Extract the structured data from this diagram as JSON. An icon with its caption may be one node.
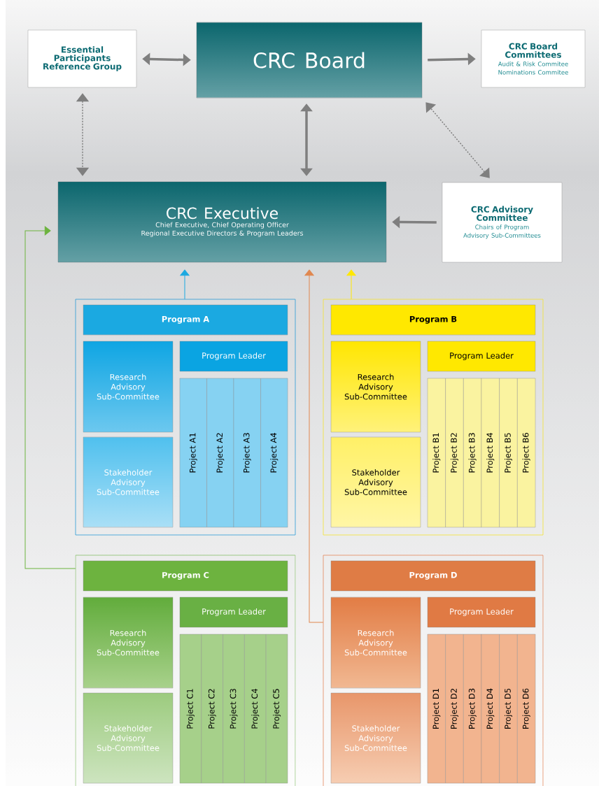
{
  "diagram": {
    "nodes": [
      {
        "text": [
          "Essential Participants Reference Group"
        ]
      },
      {
        "text": [
          "CRC Board"
        ]
      },
      {
        "text": [
          "CRC Board Committees",
          "Audit & Risk Commitee",
          "Nominations Commitee"
        ]
      },
      {
        "text": [
          "CRC Executive",
          "Chief Executive, Chief Operating Officer Regional Executive Directors & Program Leaders"
        ]
      },
      {
        "text": [
          "CRC Advisory Committee",
          "Chairs of Program Advisory Sub-Committees"
        ]
      },
      {
        "text": [],
        "shape": "box"
      },
      {
        "text": [
          "Program A"
        ],
        "in": 5
      },
      {
        "text": [
          "Research Advisory Sub-Committee"
        ],
        "in": 5
      },
      {
        "text": [
          "Stakeholder Advisory Sub-Committee"
        ],
        "in": 5
      },
      {
        "text": [
          "Program Leader"
        ],
        "in": 5
      },
      {
        "text": [
          "Project A1"
        ],
        "in": 5
      },
      {
        "text": [
          "Project A2"
        ],
        "in": 5
      },
      {
        "text": [
          "Project A3"
        ],
        "in": 5
      },
      {
        "text": [
          "Project A4"
        ],
        "in": 5
      },
      {
        "text": [],
        "shape": "box"
      },
      {
        "text": [
          "Program B"
        ],
        "in": 14
      },
      {
        "text": [
          "Research Advisory Sub-Committee"
        ],
        "in": 14
      },
      {
        "text": [
          "Stakeholder Advisory Sub-Committee"
        ],
        "in": 14
      },
      {
        "text": [
          "Program Leader"
        ],
        "in": 14
      },
      {
        "text": [
          "Project B1"
        ],
        "in": 14
      },
      {
        "text": [
          "Project B2"
        ],
        "in": 14
      },
      {
        "text": [
          "Project B3"
        ],
        "in": 14
      },
      {
        "text": [
          "Project B4"
        ],
        "in": 14
      },
      {
        "text": [
          "Project B5"
        ],
        "in": 14
      },
      {
        "text": [
          "Project B6"
        ],
        "in": 14
      },
      {
        "text": [],
        "shape": "box"
      },
      {
        "text": [
          "Program C"
        ],
        "in": 25
      },
      {
        "text": [
          "Research Advisory Sub-Committee"
        ],
        "in": 25
      },
      {
        "text": [
          "Stakeholder Advisory Sub-Committee"
        ],
        "in": 25
      },
      {
        "text": [
          "Program Leader"
        ],
        "in": 25
      },
      {
        "text": [
          "Project C1"
        ],
        "in": 25
      },
      {
        "text": [
          "Project C2"
        ],
        "in": 25
      },
      {
        "text": [
          "Project C3"
        ],
        "in": 25
      },
      {
        "text": [
          "Project C4"
        ],
        "in": 25
      },
      {
        "text": [
          "Project C5"
        ],
        "in": 25
      },
      {
        "text": [],
        "shape": "box"
      },
      {
        "text": [
          "Program D"
        ],
        "in": 35
      },
      {
        "text": [
          "Research Advisory Sub-Committee"
        ],
        "in": 35
      },
      {
        "text": [
          "Stakeholder Advisory Sub-Committee"
        ],
        "in": 35
      },
      {
        "text": [
          "Program Leader"
        ],
        "in": 35
      },
      {
        "text": [
          "Project D1"
        ],
        "in": 35
      },
      {
        "text": [
          "Project D2"
        ],
        "in": 35
      },
      {
        "text": [
          "Project D3"
        ],
        "in": 35
      },
      {
        "text": [
          "Project D4"
        ],
        "in": 35
      },
      {
        "text": [
          "Project D5"
        ],
        "in": 35
      },
      {
        "text": [
          "Project D6"
        ],
        "in": 35
      }
    ],
    "edges": [
      {
        "from": 0,
        "to": 1,
        "arrow": "both",
        "style": "thick"
      },
      {
        "from": 1,
        "to": 2,
        "arrow": "to",
        "style": "thick"
      },
      {
        "from": 0,
        "to": 3,
        "arrow": "both",
        "style": "dashed"
      },
      {
        "from": 1,
        "to": 3,
        "arrow": "both",
        "style": "thick"
      },
      {
        "from": 4,
        "to": 1,
        "arrow": "both",
        "style": "dashed"
      },
      {
        "from": 4,
        "to": 3,
        "arrow": "to",
        "style": "thick"
      },
      {
        "from": 5,
        "to": 3,
        "arrow": "to",
        "color": "#1ba9e1"
      },
      {
        "from": 14,
        "to": 3,
        "arrow": "to",
        "color": "#ffe800"
      },
      {
        "from": 25,
        "to": 3,
        "arrow": "to",
        "color": "#6db33f"
      },
      {
        "from": 35,
        "to": 3,
        "arrow": "to",
        "color": "#e0874f"
      }
    ]
  }
}
